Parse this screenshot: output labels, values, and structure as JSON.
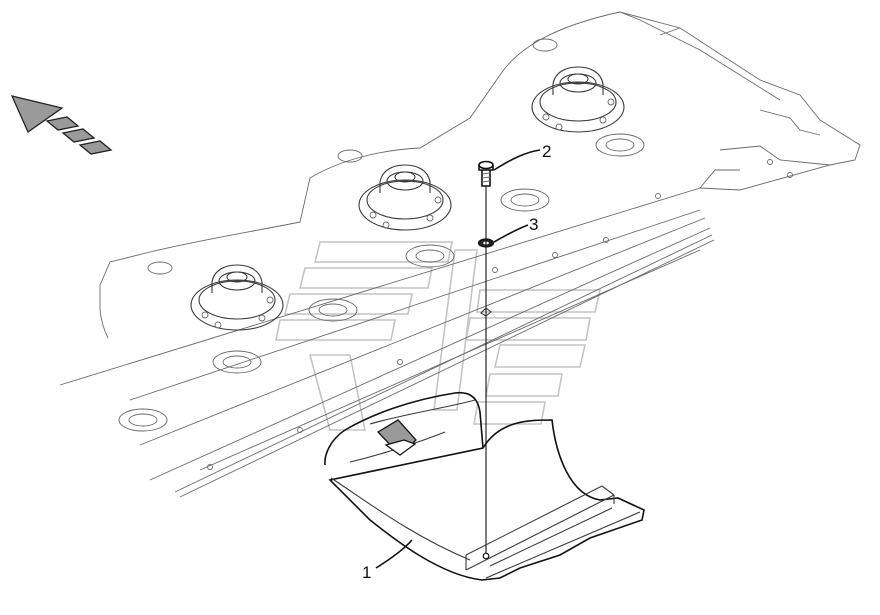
{
  "callouts": [
    {
      "id": "1",
      "text": "1"
    },
    {
      "id": "2",
      "text": "2"
    },
    {
      "id": "3",
      "text": "3"
    }
  ],
  "colors": {
    "line": "#3a3a3a",
    "watermark": "#c4c4c4",
    "arrow_fill": "#9a9a9a"
  },
  "icons": {
    "direction_arrow": "direction-arrow-icon",
    "watermark_logo": "brand-watermark-logo"
  }
}
